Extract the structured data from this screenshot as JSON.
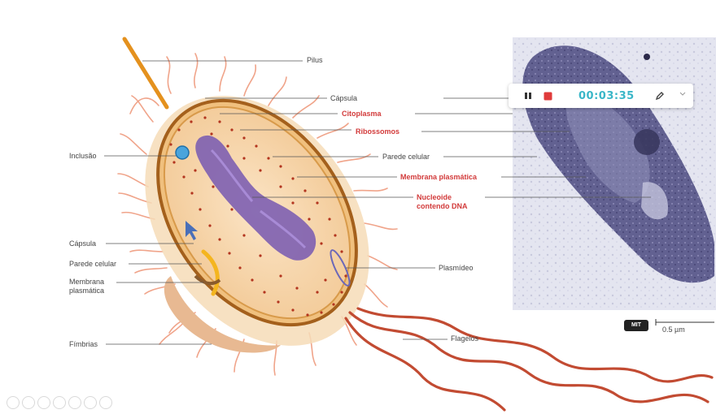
{
  "labels": {
    "pilus": "Pilus",
    "capsula_right": "Cápsula",
    "citoplasma": "Citoplasma",
    "ribossomos": "Ribossomos",
    "parede_right": "Parede celular",
    "membrana_right": "Membrana plasmática",
    "nucleoide_1": "Nucleoide",
    "nucleoide_2": "contendo DNA",
    "plasmideo": "Plasmídeo",
    "flagelos": "Flagelos",
    "inclusao": "Inclusão",
    "capsula_left": "Cápsula",
    "parede_left": "Parede celular",
    "membrana_left_1": "Membrana",
    "membrana_left_2": "plasmática",
    "fimbrias": "Fímbrias"
  },
  "toolbar": {
    "timer": "00:03:35"
  },
  "micrograph": {
    "badge": "MIT",
    "scale": "0.5 µm"
  },
  "colors": {
    "label_red": "#d23a3a",
    "timer": "#3ab6c8",
    "stop": "#e03b3b"
  }
}
